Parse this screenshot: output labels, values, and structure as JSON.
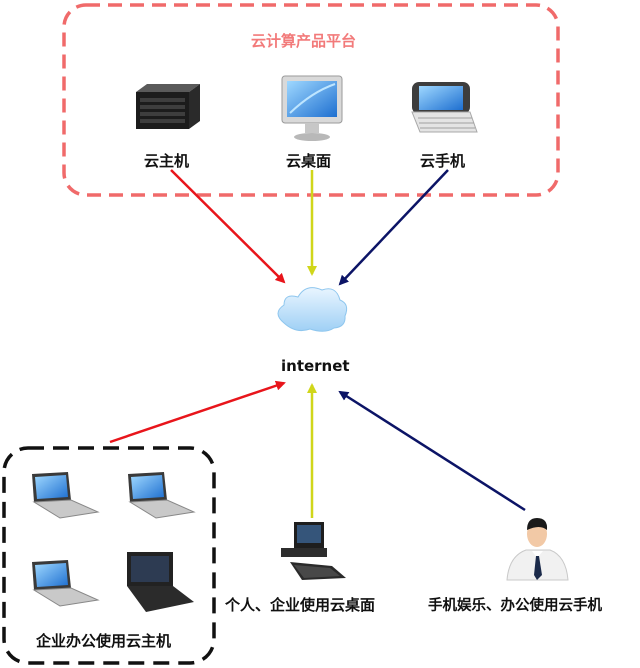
{
  "platform": {
    "title": "云计算产品平台",
    "items": [
      {
        "label": "云主机",
        "icon": "server-icon"
      },
      {
        "label": "云桌面",
        "icon": "monitor-icon"
      },
      {
        "label": "云手机",
        "icon": "smartphone-icon"
      }
    ]
  },
  "network": {
    "label": "internet",
    "icon": "cloud-icon"
  },
  "clients": {
    "enterprise": {
      "label": "企业办公使用云主机",
      "icons": [
        "laptop-icon",
        "laptop-icon",
        "laptop-icon",
        "tablet-pc-icon"
      ]
    },
    "desktop": {
      "label": "个人、企业使用云桌面",
      "icon": "desktop-computer-icon"
    },
    "mobile": {
      "label": "手机娱乐、办公使用云手机",
      "icon": "businessman-icon"
    }
  },
  "colors": {
    "platform_border": "#f06a6a",
    "red_arrow": "#e8151b",
    "yellow_arrow": "#d0d61a",
    "navy_arrow": "#0c1466",
    "enterprise_border": "#111111"
  }
}
